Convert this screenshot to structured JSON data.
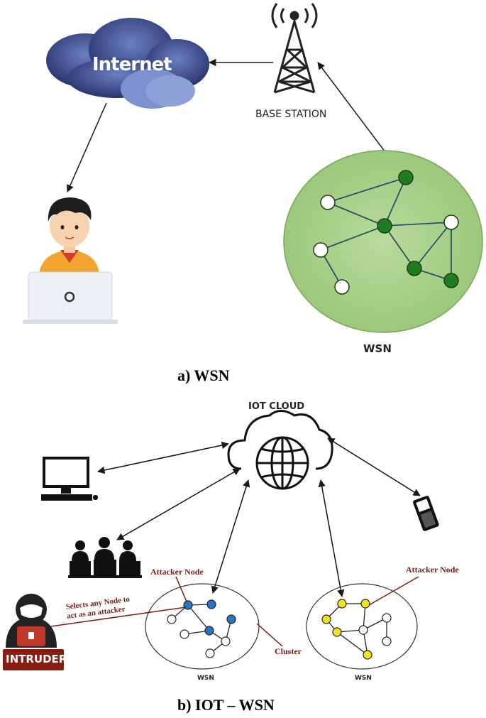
{
  "panel_a": {
    "internet_label": "Internet",
    "base_station_label": "BASE STATION",
    "wsn_label": "WSN",
    "caption": "a) WSN"
  },
  "panel_b": {
    "cloud_label": "IOT CLOUD",
    "attacker_label_left": "Attacker Node",
    "attacker_label_right": "Attacker Node",
    "selects_line1": "Selects any Node to",
    "selects_line2": "act as an attacker",
    "cluster_label": "Cluster",
    "intruder_label": "INTRUDER",
    "wsn_left_label": "WSN",
    "wsn_right_label": "WSN",
    "caption": "b) IOT – WSN"
  },
  "colors": {
    "wsn_green_fill": "#a9d28a",
    "wsn_green_stroke": "#6f9a4f",
    "node_green": "#1f7d1f",
    "node_blue": "#2a74c4",
    "node_yellow": "#f2e21a",
    "cloud_blue": "#2b3f7a",
    "attacker_red": "#8a1c12",
    "intruder_red": "#c0392b"
  }
}
